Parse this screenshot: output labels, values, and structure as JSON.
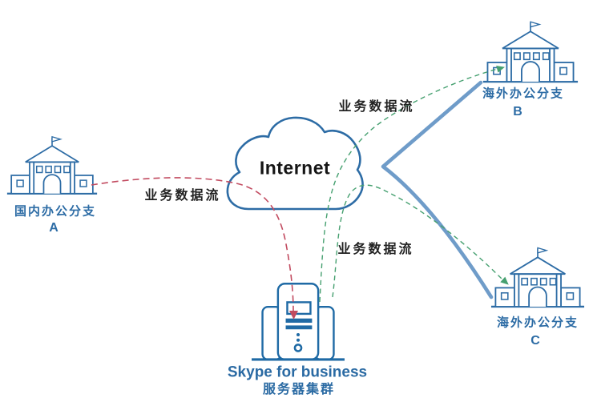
{
  "diagram": {
    "internet": {
      "label": "Internet"
    },
    "flow_labels": {
      "left": "业务数据流",
      "top": "业务数据流",
      "middle": "业务数据流"
    },
    "sites": {
      "a": {
        "name": "国内办公分支",
        "id": "A"
      },
      "b": {
        "name": "海外办公分支",
        "id": "B"
      },
      "c": {
        "name": "海外办公分支",
        "id": "C"
      }
    },
    "server": {
      "line1": "Skype for business",
      "line2": "服务器集群"
    },
    "icons": {
      "cloud": "internet-cloud-icon",
      "building": "office-building-icon",
      "server": "server-cluster-icon",
      "arrows": [
        "red-flow-arrow",
        "green-flow-arrow-b",
        "green-flow-arrow-c"
      ]
    },
    "colors": {
      "outline_blue": "#2d6ca5",
      "server_blue": "#1f6aa5",
      "thick_link_blue": "#6f9cc9",
      "flow_red": "#c24b60",
      "flow_green": "#46a070",
      "label_dark": "#222222",
      "internet_text": "#151515"
    }
  }
}
